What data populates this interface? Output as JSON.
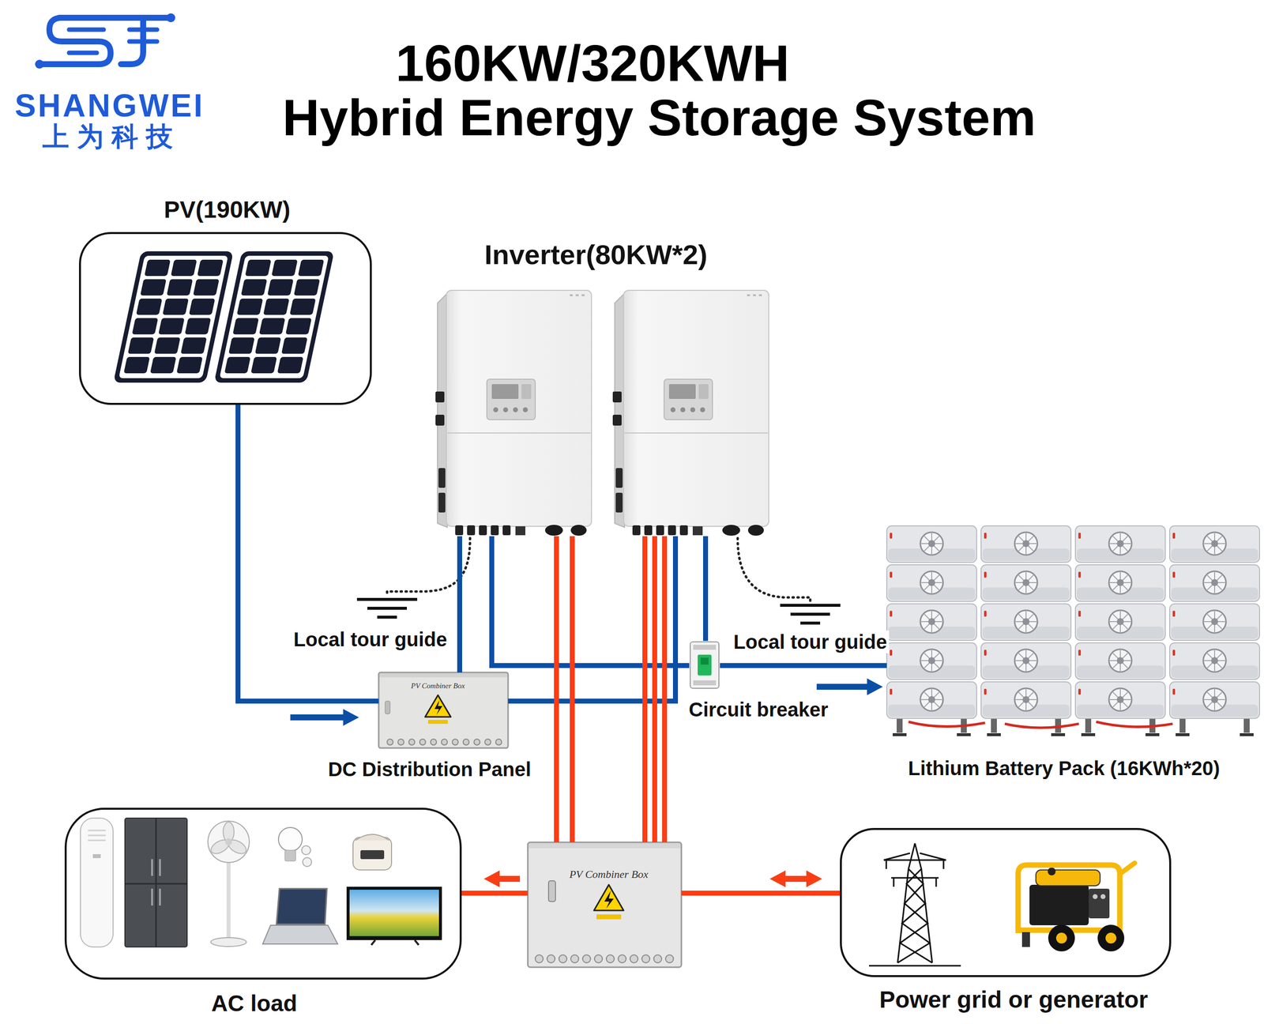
{
  "diagram": {
    "title": "160KW/320KWH Hybrid Energy Storage System",
    "nodes": [
      {
        "text": [
          "PV(190KW)"
        ]
      },
      {
        "text": [
          "Inverter(80KW*2)"
        ]
      },
      {
        "text": [
          "PV Combiner Box",
          "DC Distribution Panel"
        ]
      },
      {
        "text": [
          "Circuit breaker"
        ]
      },
      {
        "text": [
          "Lithium Battery Pack (16KWh*20)"
        ]
      },
      {
        "text": [
          "AC load"
        ]
      },
      {
        "text": [
          "PV Combiner Box"
        ]
      },
      {
        "text": [
          "Power grid or generator"
        ]
      }
    ],
    "edges": [
      {
        "from": 0,
        "to": 2,
        "arrow": "to"
      },
      {
        "from": 2,
        "to": 1,
        "arrow": "none"
      },
      {
        "from": 1,
        "to": 3,
        "arrow": "none"
      },
      {
        "from": 3,
        "to": 4,
        "arrow": "to"
      },
      {
        "from": 1,
        "to": 6,
        "arrow": "none"
      },
      {
        "from": 6,
        "to": 5,
        "arrow": "to"
      },
      {
        "from": 6,
        "to": 7,
        "arrow": "both"
      }
    ],
    "labels": [
      "SHANGWEI",
      "上为科技",
      "Local tour guide",
      "Local tour guide"
    ]
  }
}
